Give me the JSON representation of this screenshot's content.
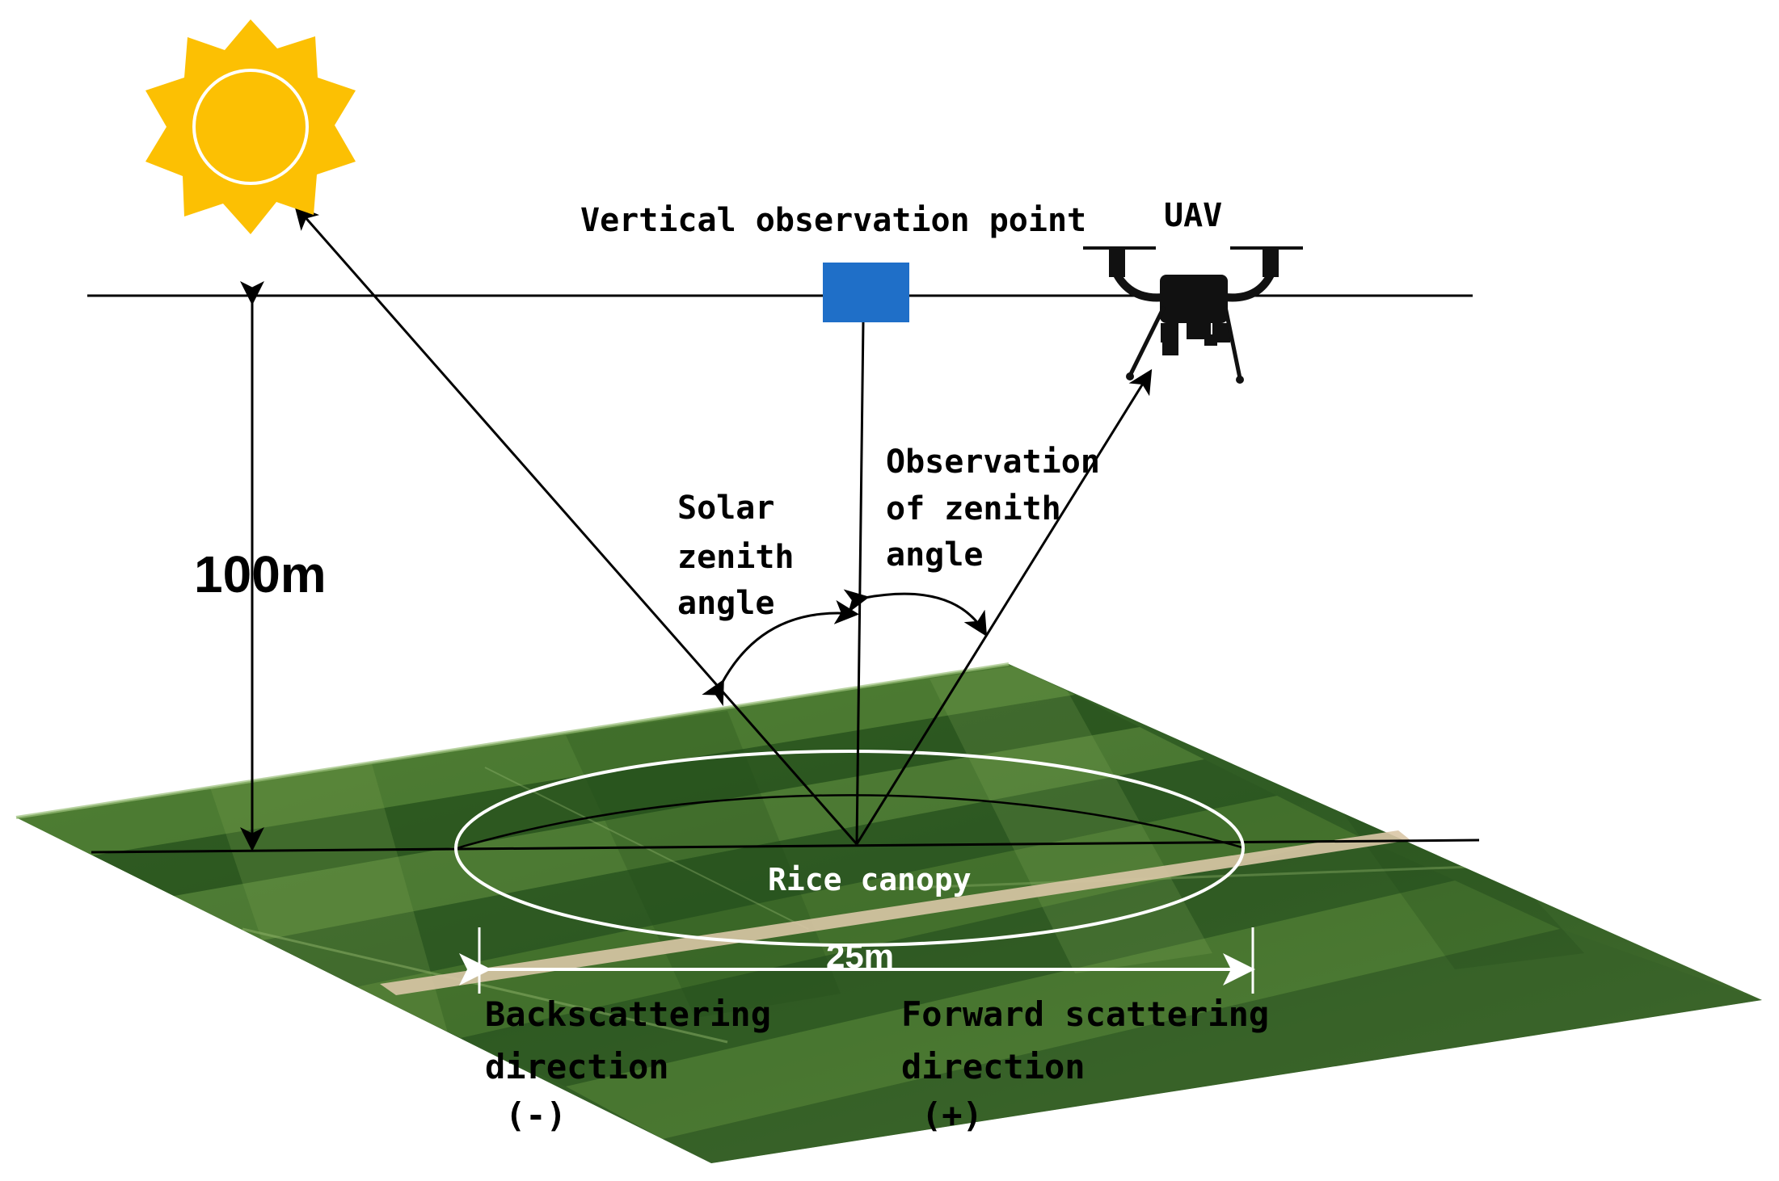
{
  "labels": {
    "vertical_point": "Vertical observation point",
    "uav": "UAV",
    "height": "100m",
    "solar_line1": "Solar",
    "solar_line2": "zenith",
    "solar_line3": "angle",
    "obs_line1": "Observation",
    "obs_line2": "of zenith",
    "obs_line3": "angle",
    "canopy": "Rice canopy",
    "distance": "25m",
    "back_line1": "Backscattering",
    "back_line2": "direction",
    "back_line3": "(-)",
    "fwd_line1": "Forward scattering",
    "fwd_line2": "direction",
    "fwd_line3": "(+)"
  },
  "colors": {
    "sun": "#FCC003",
    "observation_point": "#1F6FC8",
    "field_dark": "#2E5A24",
    "field_light": "#5E8E3A",
    "path": "#D9C6A6",
    "line": "#000000",
    "ellipse": "#ffffff"
  },
  "icons": [
    "sun-icon",
    "uav-drone-icon"
  ]
}
